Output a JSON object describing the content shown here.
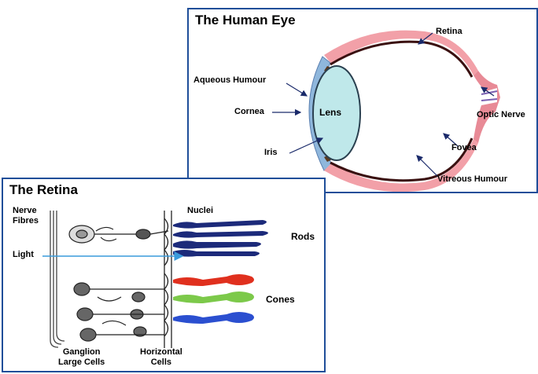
{
  "eye": {
    "title": "The Human Eye",
    "labels": {
      "retina": "Retina",
      "aqueous": "Aqueous Humour",
      "lens": "Lens",
      "cornea": "Cornea",
      "optic_nerve": "Optic Nerve",
      "iris": "Iris",
      "fovea": "Fovea",
      "vitreous": "Vitreous Humour"
    }
  },
  "retina": {
    "title": "The Retina",
    "labels": {
      "nerve_fibres": "Nerve\nFibres",
      "nuclei": "Nuclei",
      "rods": "Rods",
      "light": "Light",
      "cones": "Cones",
      "ganglion": "Ganglion\nLarge Cells",
      "horizontal": "Horizontal\nCells"
    }
  },
  "colors": {
    "panel_border": "#1f4e99",
    "rod": "#1c2a7a",
    "cone_red": "#e0301e",
    "cone_green": "#7cc94a",
    "cone_blue": "#2b4fd0",
    "retina_pink": "#f2a0a8",
    "lens": "#bfe8ea",
    "light_arrow": "#3a9bdc"
  }
}
